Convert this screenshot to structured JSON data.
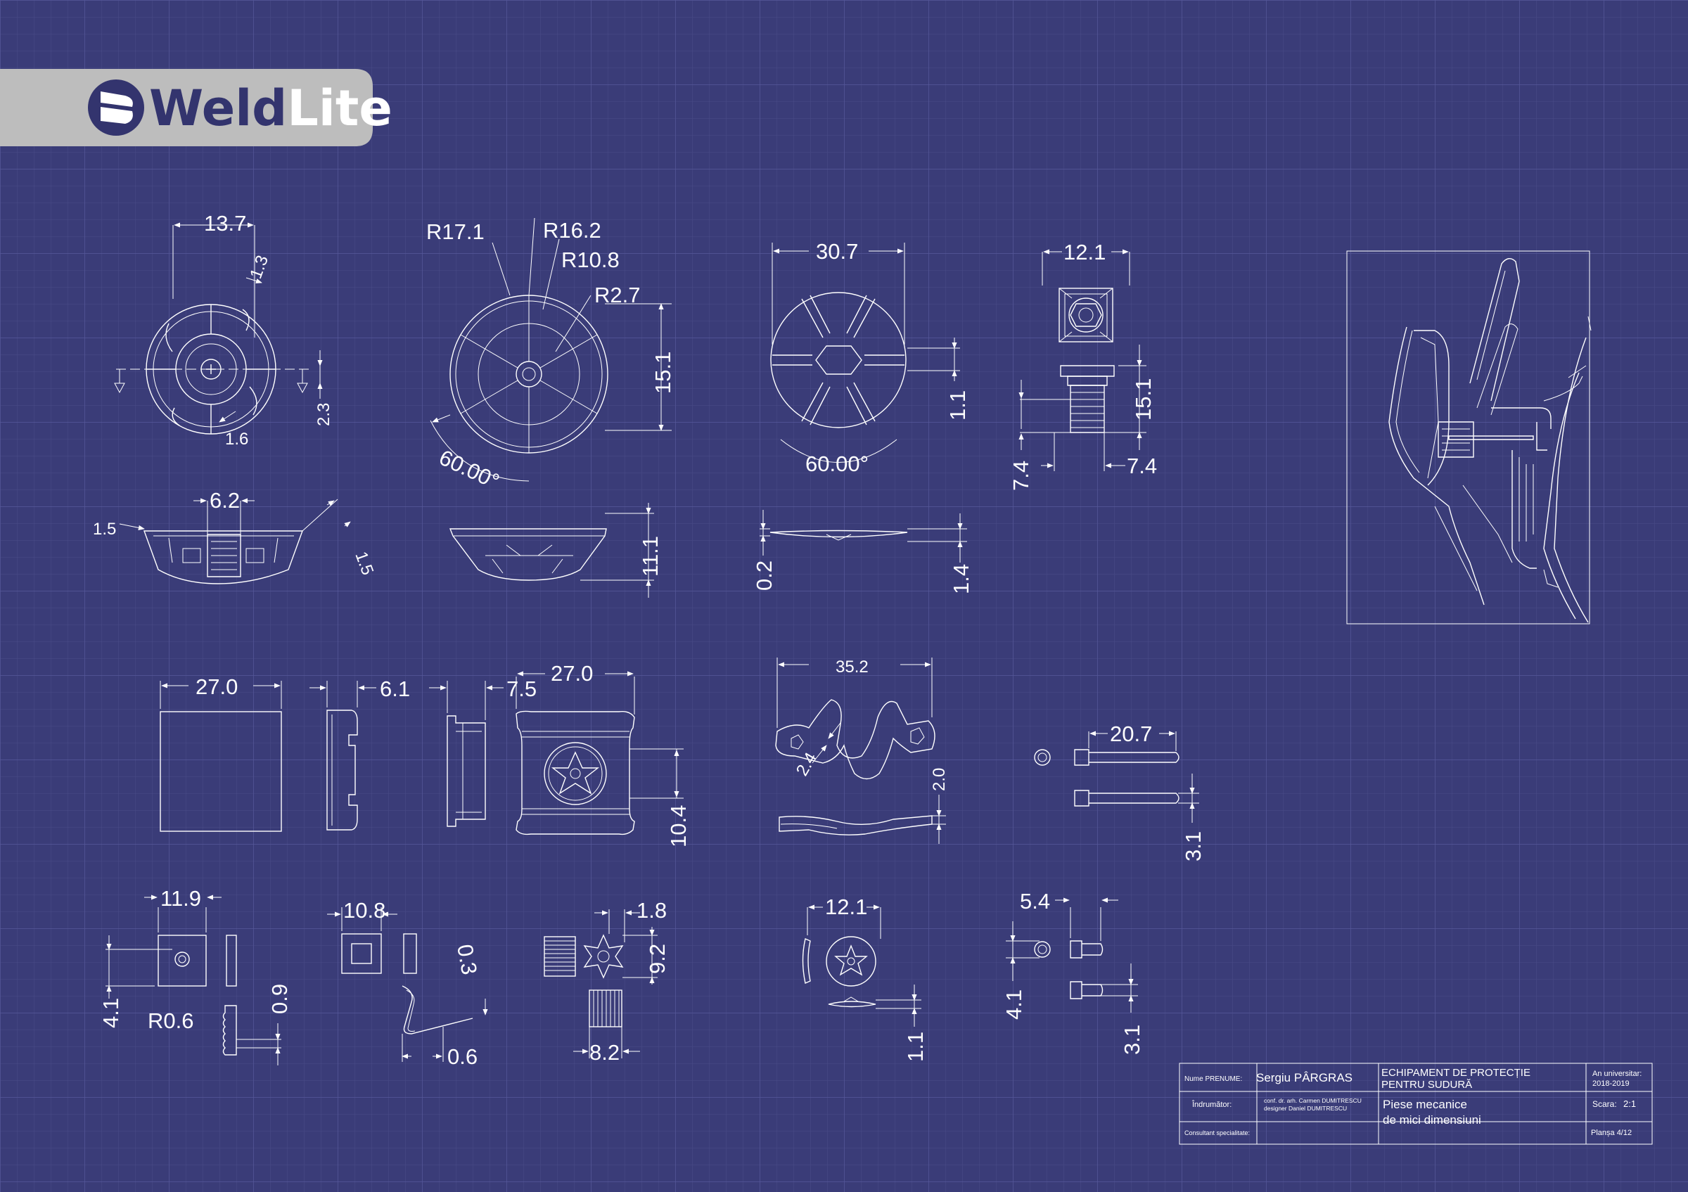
{
  "brand": {
    "name_part1": "Weld",
    "name_part2": "Lite",
    "bar_color": "#bdbdbd",
    "text_color": "#33346e"
  },
  "colors": {
    "background": "#3a3c78",
    "grid_minor": "#4a4c88",
    "grid_major": "#56589a",
    "ink": "#ffffff"
  },
  "dims": {
    "d1": "13.7",
    "d2": "1.3",
    "d3": "2.3",
    "d4": "1.6",
    "d5": "R17.1",
    "d6": "R16.2",
    "d7": "R10.8",
    "d8": "R2.7",
    "d9": "15.1",
    "d10": "60.00°",
    "d11": "30.7",
    "d12": "1.1",
    "d13": "60.00°",
    "d14": "12.1",
    "d15": "15.1",
    "d16": "7.4",
    "d17": "7.4",
    "d18": "6.2",
    "d19": "1.5",
    "d20": "1.5",
    "d21": "11.1",
    "d22": "0.2",
    "d23": "1.4",
    "d24": "27.0",
    "d25": "6.1",
    "d26": "7.5",
    "d27": "27.0",
    "d28": "10.4",
    "d29": "35.2",
    "d30": "2.4",
    "d31": "2.0",
    "d32": "20.7",
    "d33": "3.1",
    "d34": "11.9",
    "d35": "4.1",
    "d36": "R0.6",
    "d37": "0.9",
    "d38": "10.8",
    "d39": "0.3",
    "d40": "0.6",
    "d41": "1.8",
    "d42": "9.2",
    "d43": "8.2",
    "d44": "12.1",
    "d45": "1.1",
    "d46": "5.4",
    "d47": "4.1",
    "d48": "3.1"
  },
  "title_block": {
    "name_label": "Nume PRENUME:",
    "name_value": "Sergiu PÂRGRAS",
    "project_line1": "ECHIPAMENT DE PROTECȚIE",
    "project_line2": "PENTRU SUDURĂ",
    "year_label": "An universitar:",
    "year_value": "2018-2019",
    "advisor_label": "Îndrumător:",
    "advisor_line1": "conf. dr. arh. Carmen DUMITRESCU",
    "advisor_line2": "designer Daniel DUMITRESCU",
    "subject_line1": "Piese mecanice",
    "subject_line2": "de mici dimensiuni",
    "scale_label": "Scara:",
    "scale_value": "2:1",
    "consultant_label": "Consultant specialitate:",
    "sheet_label": "Planșa 4/12"
  }
}
